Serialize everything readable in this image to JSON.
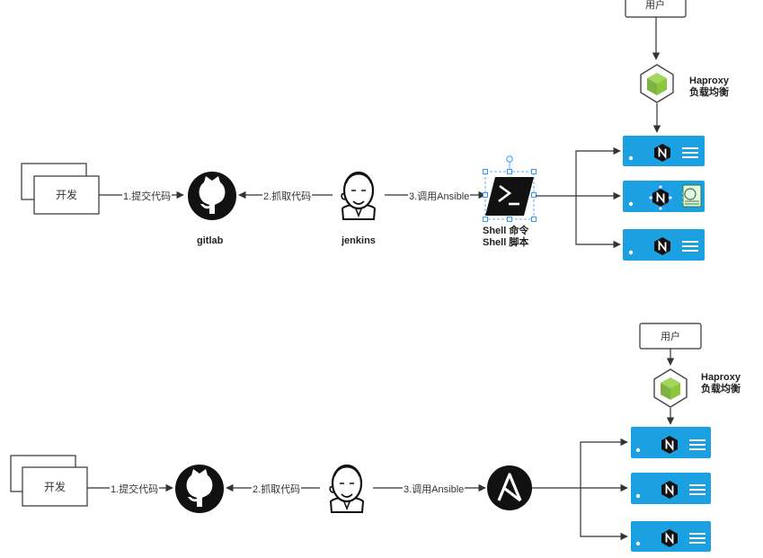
{
  "top": {
    "dev_label": "开发",
    "edge_commit": "1.提交代码",
    "gitlab_label": "gitlab",
    "edge_fetch": "2.抓取代码",
    "jenkins_label": "jenkins",
    "edge_call": "3.调用Ansible",
    "shell_line1": "Shell 命令",
    "shell_line2": "Shell 脚本",
    "user_label": "用户",
    "haproxy_line1": "Haproxy",
    "haproxy_line2": "负载均衡"
  },
  "bottom": {
    "dev_label": "开发",
    "edge_commit": "1.提交代码",
    "edge_fetch": "2.抓取代码",
    "edge_call": "3.调用Ansible",
    "user_label": "用户",
    "haproxy_line1": "Haproxy",
    "haproxy_line2": "负载均衡"
  },
  "colors": {
    "server_blue": "#1ba1e2",
    "node_green": "#8cc63f",
    "line": "#333333"
  },
  "icons": [
    "github-icon",
    "jenkins-icon",
    "powershell-icon",
    "ansible-icon",
    "nginx-icon",
    "node-cube-icon"
  ]
}
